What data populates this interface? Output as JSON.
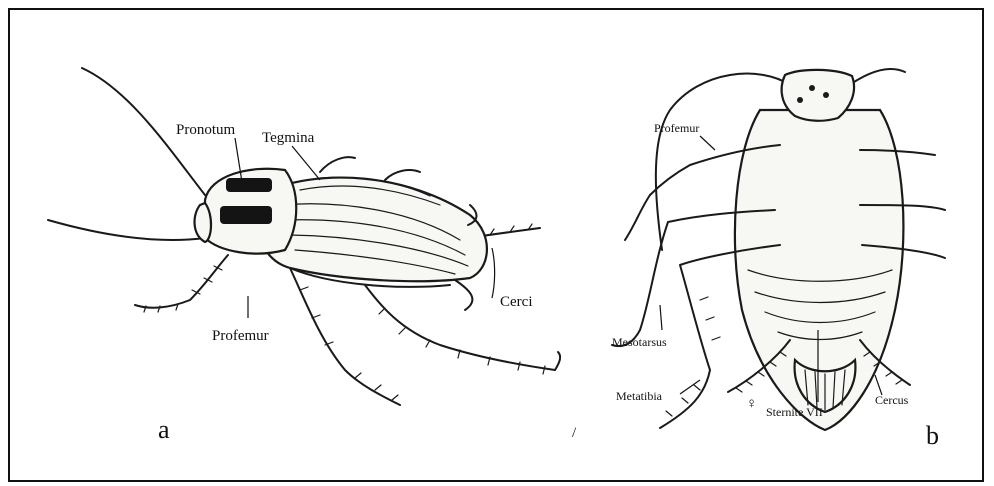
{
  "panel_a": {
    "panel_label": "a",
    "labels": {
      "pronotum": "Pronotum",
      "tegmina": "Tegmina",
      "cerci": "Cerci",
      "profemur": "Profemur"
    }
  },
  "panel_b": {
    "panel_label": "b",
    "labels": {
      "profemur": "Profemur",
      "mesotarsus": "Mesotarsus",
      "metatibia": "Metatibia",
      "female_symbol": "♀",
      "sternite": "Sternite VII",
      "cercus": "Cercus"
    }
  },
  "stray_mark": "/"
}
